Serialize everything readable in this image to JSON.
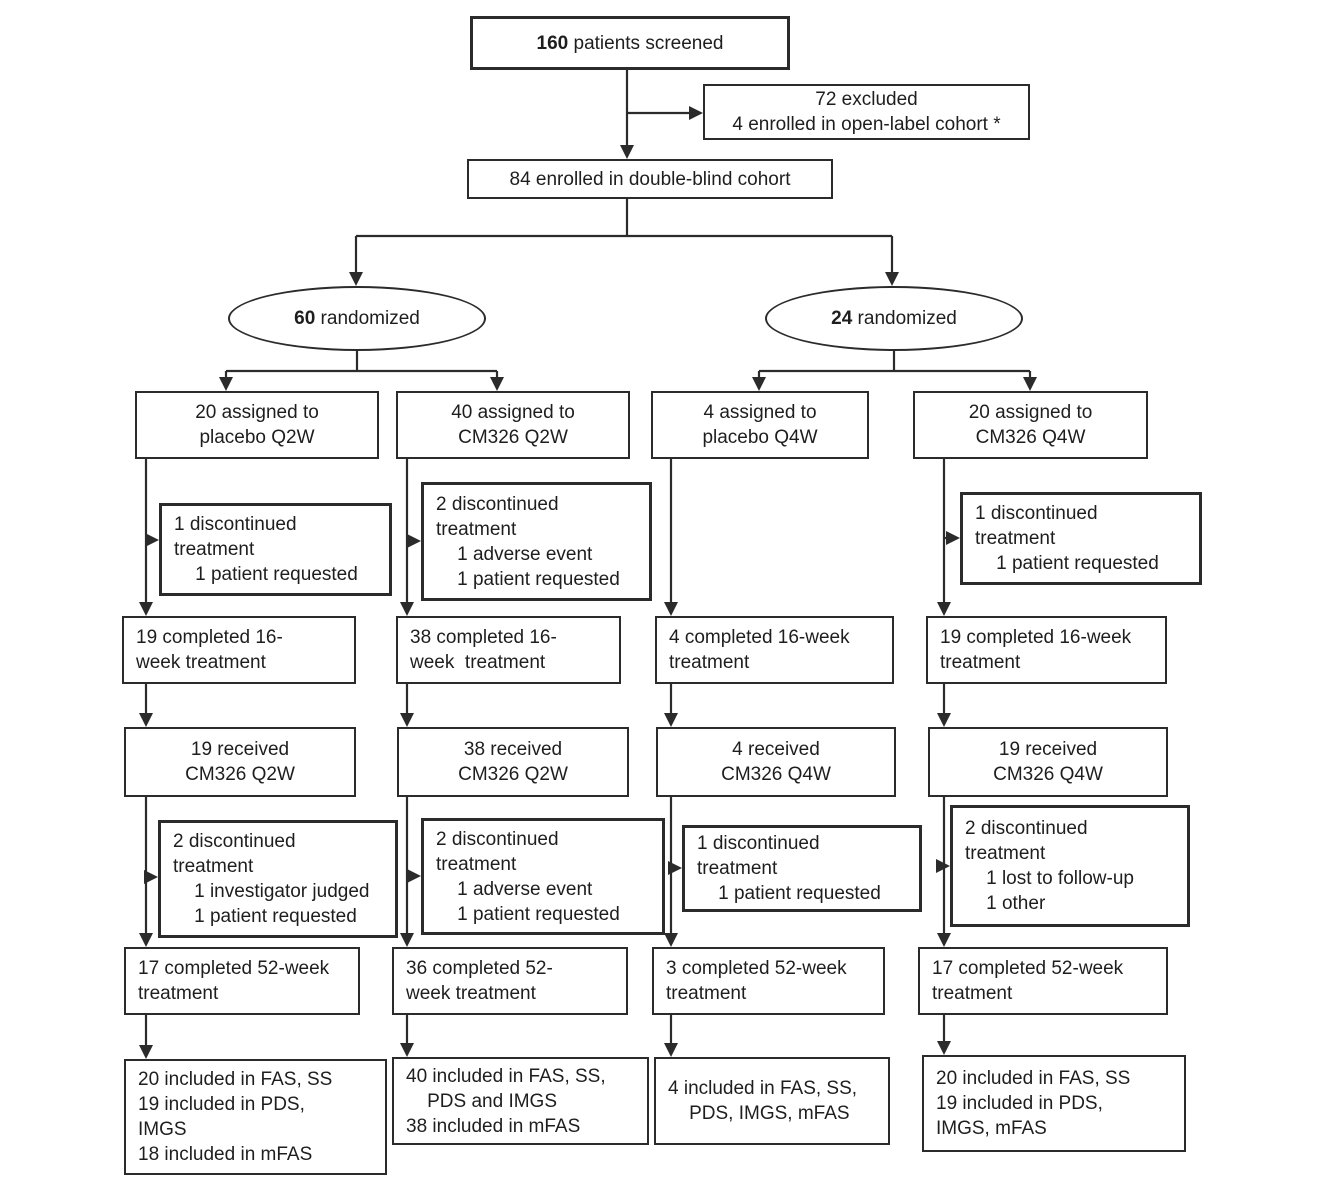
{
  "colors": {
    "line": "#2b2b2b",
    "text": "#1e1e1e",
    "background": "#ffffff"
  },
  "flow": {
    "screened": {
      "number": "160",
      "rest": " patients screened"
    },
    "excluded": "72 excluded\n4 enrolled in open-label cohort *",
    "enrolled": "84 enrolled in double-blind cohort",
    "cohorts": [
      {
        "number": "60",
        "rest": " randomized"
      },
      {
        "number": "24",
        "rest": " randomized"
      }
    ],
    "columns": [
      {
        "assigned": "20 assigned to\nplacebo Q2W",
        "discontinued1": "1 discontinued\ntreatment\n    1 patient requested",
        "completed16": "19 completed 16-\nweek treatment",
        "received": "19 received\nCM326 Q2W",
        "discontinued2": "2 discontinued\ntreatment\n    1 investigator judged\n    1 patient requested",
        "completed52": "17 completed 52-week\ntreatment",
        "included": "20 included in FAS, SS\n19 included in PDS,\nIMGS\n18 included in mFAS"
      },
      {
        "assigned": "40 assigned to\nCM326 Q2W",
        "discontinued1": "2 discontinued\ntreatment\n    1 adverse event\n    1 patient requested",
        "completed16": "38 completed 16-\nweek  treatment",
        "received": "38 received\nCM326 Q2W",
        "discontinued2": "2 discontinued\ntreatment\n    1 adverse event\n    1 patient requested",
        "completed52": "36 completed 52-\nweek treatment",
        "included": "40 included in FAS, SS,\n    PDS and IMGS\n38 included in mFAS"
      },
      {
        "assigned": "4 assigned to\nplacebo Q4W",
        "completed16": "4 completed 16-week\ntreatment",
        "received": "4 received\nCM326 Q4W",
        "discontinued2": "1 discontinued\ntreatment\n    1 patient requested",
        "completed52": "3 completed 52-week\ntreatment",
        "included": "4 included in FAS, SS,\n    PDS, IMGS, mFAS"
      },
      {
        "assigned": "20 assigned to\nCM326 Q4W",
        "discontinued1": "1 discontinued\ntreatment\n    1 patient requested",
        "completed16": "19 completed 16-week\ntreatment",
        "received": "19 received\nCM326 Q4W",
        "discontinued2": "2 discontinued\ntreatment\n    1 lost to follow-up\n    1 other",
        "completed52": "17 completed 52-week\ntreatment",
        "included": "20 included in FAS, SS\n19 included in PDS,\nIMGS, mFAS"
      }
    ]
  }
}
